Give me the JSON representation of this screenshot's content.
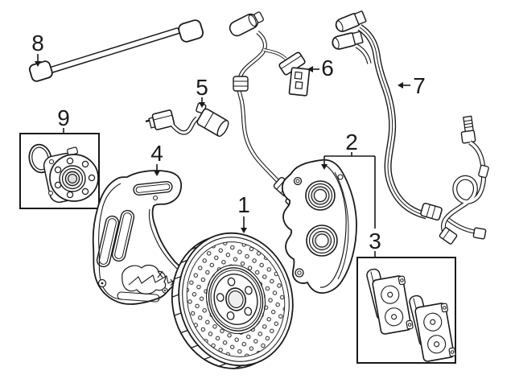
{
  "colors": {
    "background": "#ffffff",
    "line": "#1a1a1a",
    "shade": "#e6e6e6"
  },
  "callouts": [
    {
      "number": "1"
    },
    {
      "number": "2"
    },
    {
      "number": "3"
    },
    {
      "number": "4"
    },
    {
      "number": "5"
    },
    {
      "number": "6"
    },
    {
      "number": "7"
    },
    {
      "number": "8"
    },
    {
      "number": "9"
    }
  ]
}
